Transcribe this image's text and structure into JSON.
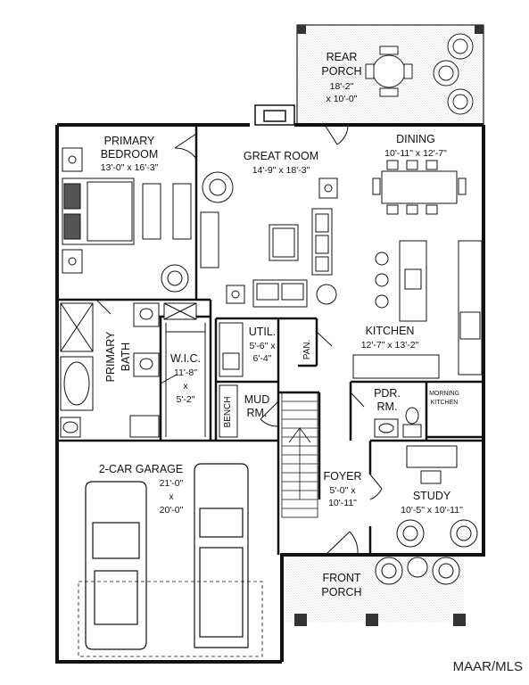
{
  "rooms": {
    "rear_porch": {
      "name_line1": "REAR",
      "name_line2": "PORCH",
      "dim_line1": "18'-2\"",
      "dim_line2": "x 10'-0\""
    },
    "primary_bedroom": {
      "name_line1": "PRIMARY",
      "name_line2": "BEDROOM",
      "dim": "13'-0\" x 16'-3\""
    },
    "great_room": {
      "name": "GREAT ROOM",
      "dim": "14'-9\" x 18'-3\""
    },
    "dining": {
      "name": "DINING",
      "dim": "10'-11\" x 12'-7\""
    },
    "primary_bath": {
      "name_line1": "PRIMARY",
      "name_line2": "BATH"
    },
    "wic": {
      "name": "W.I.C.",
      "dim_line1": "11'-8\"",
      "dim_line2": "x",
      "dim_line3": "5'-2\""
    },
    "util": {
      "name": "UTIL.",
      "dim_line1": "5'-6\" x",
      "dim_line2": "6'-4\""
    },
    "pan": {
      "name": "PAN."
    },
    "kitchen": {
      "name": "KITCHEN",
      "dim": "12'-7\" x 13'-2\""
    },
    "mud_rm": {
      "name_line1": "MUD",
      "name_line2": "RM."
    },
    "bench": {
      "name": "BENCH"
    },
    "pdr_rm": {
      "name_line1": "PDR.",
      "name_line2": "RM."
    },
    "morning_kitchen": {
      "name_line1": "MORNING",
      "name_line2": "KITCHEN"
    },
    "garage": {
      "name": "2-CAR GARAGE",
      "dim_line1": "21'-0\"",
      "dim_line2": "x",
      "dim_line3": "20'-0\""
    },
    "foyer": {
      "name": "FOYER",
      "dim_line1": "5'-0\" x",
      "dim_line2": "10'-11\""
    },
    "study": {
      "name": "STUDY",
      "dim": "10'-5\" x 10'-11\""
    },
    "front_porch": {
      "name_line1": "FRONT",
      "name_line2": "PORCH"
    }
  },
  "watermark": "MAAR/MLS"
}
